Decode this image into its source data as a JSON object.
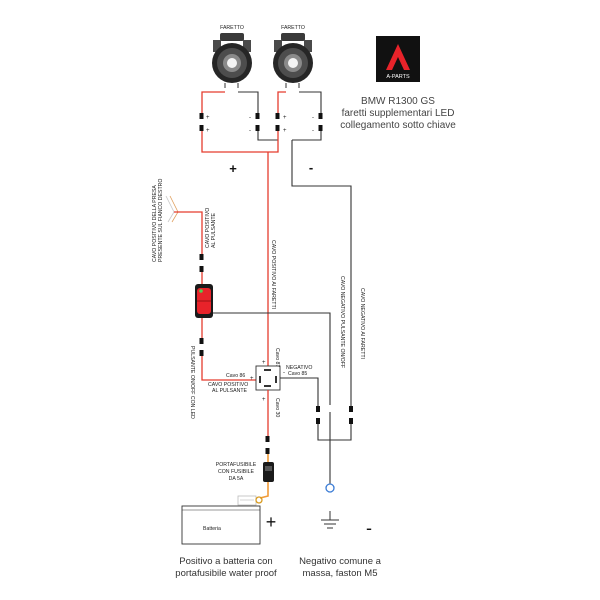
{
  "lamps": {
    "left_label": "FARETTO",
    "right_label": "FARETTO"
  },
  "lamp_terminals": {
    "plus": "+",
    "minus": "-"
  },
  "brand": {
    "name": "A-PARTS",
    "logo_bg": "#111111",
    "logo_accent": "#e8232a"
  },
  "title": {
    "line1": "BMW R1300 GS",
    "line2": "faretti supplementari LED",
    "line3": "collegamento sotto chiave"
  },
  "signs": {
    "plus": "+",
    "minus": "-"
  },
  "wire_labels": {
    "presa_line1": "CAVO POSITIVO DELLA PRESA",
    "presa_line2": "PRESENTE SUL FIANCO DESTRO",
    "pulsante_line1": "CAVO POSITIVO",
    "pulsante_line2": "AL PULSANTE",
    "positivo_faretti": "CAVO POSITIVO AI FARETTI",
    "negativo_pulsante": "CAVO NEGATIVO PULSANTE ON/OFF",
    "negativo_faretti": "CAVO NEGATIVO AI FARETTI",
    "switch_label": "PULSANTE ON/OFF CON LED"
  },
  "relay": {
    "cavo87": "Cavo 87",
    "cavo86": "Cavo 86",
    "cavo30": "Cavo 30",
    "negativo_line1": "NEGATIVO",
    "negativo_line2": "Cavo 85",
    "positivo_line1": "CAVO POSITIVO",
    "positivo_line2": "AL PULSANTE",
    "plus": "+",
    "minus": "-"
  },
  "fuse": {
    "line1": "PORTAFUSIBILE",
    "line2": "CON FUSIBILE",
    "line3": "DA 5A"
  },
  "battery": {
    "label": "Batteria"
  },
  "captions": {
    "battery_line1": "Positivo a batteria con",
    "battery_line2": "portafusibile water proof",
    "ground_line1": "Negativo comune a",
    "ground_line2": "massa, faston M5"
  },
  "colors": {
    "positive_wire": "#e53c2e",
    "negative_wire": "#333333",
    "fuse_wire": "#f29b38",
    "switch_body": "#e8232a"
  }
}
